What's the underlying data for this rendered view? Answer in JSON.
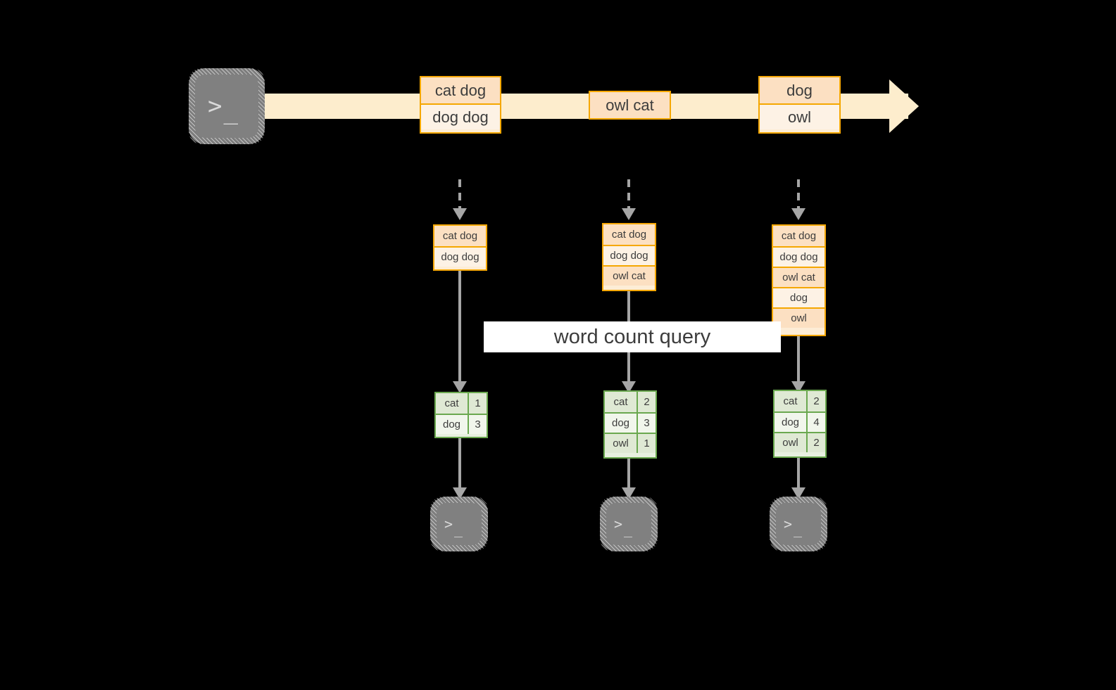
{
  "diagram": {
    "title_label": "word count query",
    "colors": {
      "background": "#000000",
      "stream_band": "#fdedcd",
      "record_border": "#f5a700",
      "record_fill_peach": "#fce0c2",
      "record_fill_cream": "#fdf2e5",
      "result_border": "#6aa84f",
      "result_fill_shade": "#dfe9d4",
      "result_fill_light": "#f1f6ec",
      "connector": "#a6a6a6",
      "terminal_fill": "#808080",
      "terminal_glyph": "#d9d9d9",
      "label_bg": "#ffffff",
      "text": "#3c3c3c"
    },
    "terminal_prompt": {
      "symbol": ">",
      "cursor": "_"
    },
    "stream": {
      "groups": [
        {
          "name": "group-1",
          "rows": [
            "cat dog",
            "dog dog"
          ]
        },
        {
          "name": "group-2",
          "rows": [
            "owl cat"
          ]
        },
        {
          "name": "group-3",
          "rows": [
            "dog",
            "owl"
          ]
        }
      ]
    },
    "snapshots": [
      {
        "name": "snapshot-1",
        "input_rows": [
          "cat dog",
          "dog dog"
        ],
        "result_rows": [
          {
            "word": "cat",
            "count": "1"
          },
          {
            "word": "dog",
            "count": "3"
          }
        ]
      },
      {
        "name": "snapshot-2",
        "input_rows": [
          "cat dog",
          "dog dog",
          "owl cat"
        ],
        "result_rows": [
          {
            "word": "cat",
            "count": "2"
          },
          {
            "word": "dog",
            "count": "3"
          },
          {
            "word": "owl",
            "count": "1"
          }
        ]
      },
      {
        "name": "snapshot-3",
        "input_rows": [
          "cat dog",
          "dog dog",
          "owl cat",
          "dog",
          "owl"
        ],
        "result_rows": [
          {
            "word": "cat",
            "count": "2"
          },
          {
            "word": "dog",
            "count": "4"
          },
          {
            "word": "owl",
            "count": "2"
          }
        ]
      }
    ]
  }
}
